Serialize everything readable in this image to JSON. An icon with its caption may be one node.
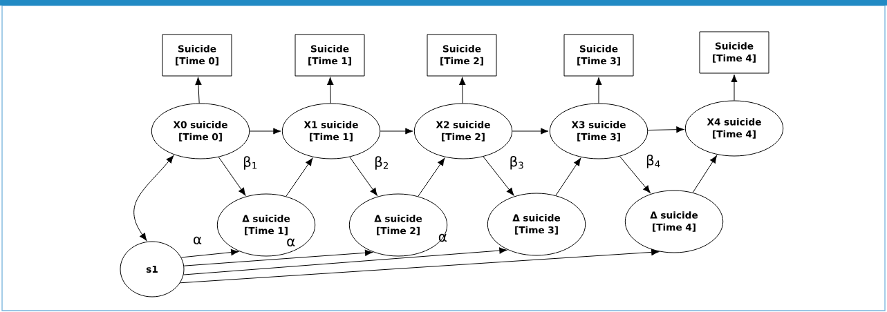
{
  "diagram": {
    "nodes": [
      {
        "text": [
          "Suicide [Time 0]"
        ]
      },
      {
        "text": [
          "Suicide [Time 1]"
        ]
      },
      {
        "text": [
          "Suicide [Time 2]"
        ]
      },
      {
        "text": [
          "Suicide [Time 3]"
        ]
      },
      {
        "text": [
          "Suicide [Time 4]"
        ]
      },
      {
        "text": [
          "X0 suicide [Time 0]"
        ]
      },
      {
        "text": [
          "X1 suicide [Time 1]"
        ]
      },
      {
        "text": [
          "X2 suicide [Time 2]"
        ]
      },
      {
        "text": [
          "X3 suicide [Time 3]"
        ]
      },
      {
        "text": [
          "X4 suicide [Time 4]"
        ]
      },
      {
        "text": [
          "Δ suicide [Time 1]"
        ]
      },
      {
        "text": [
          "Δ suicide [Time 2]"
        ]
      },
      {
        "text": [
          "Δ suicide [Time 3]"
        ]
      },
      {
        "text": [
          "Δ suicide [Time 4]"
        ]
      },
      {
        "text": [
          "s1"
        ]
      }
    ],
    "edges": [
      {
        "from": 5,
        "to": 0,
        "arrow": "to"
      },
      {
        "from": 6,
        "to": 1,
        "arrow": "to"
      },
      {
        "from": 7,
        "to": 2,
        "arrow": "to"
      },
      {
        "from": 8,
        "to": 3,
        "arrow": "to"
      },
      {
        "from": 9,
        "to": 4,
        "arrow": "to"
      },
      {
        "from": 5,
        "to": 6,
        "arrow": "to"
      },
      {
        "from": 6,
        "to": 7,
        "arrow": "to"
      },
      {
        "from": 7,
        "to": 8,
        "arrow": "to"
      },
      {
        "from": 8,
        "to": 9,
        "arrow": "to"
      },
      {
        "from": 5,
        "to": 10,
        "arrow": "to",
        "label": "β$_{1}$"
      },
      {
        "from": 6,
        "to": 11,
        "arrow": "to",
        "label": "β$_{2}$"
      },
      {
        "from": 7,
        "to": 12,
        "arrow": "to",
        "label": "β$_{3}$"
      },
      {
        "from": 8,
        "to": 13,
        "arrow": "to",
        "label": "β$_{4}$"
      },
      {
        "from": 10,
        "to": 6,
        "arrow": "to"
      },
      {
        "from": 11,
        "to": 7,
        "arrow": "to"
      },
      {
        "from": 12,
        "to": 8,
        "arrow": "to"
      },
      {
        "from": 13,
        "to": 9,
        "arrow": "to"
      },
      {
        "from": 14,
        "to": 5,
        "arrow": "both"
      },
      {
        "from": 14,
        "to": 10,
        "arrow": "to",
        "label": "α"
      },
      {
        "from": 14,
        "to": 11,
        "arrow": "to",
        "label": "α"
      },
      {
        "from": 14,
        "to": 12,
        "arrow": "to",
        "label": "α"
      },
      {
        "from": 14,
        "to": 13,
        "arrow": "to"
      }
    ]
  }
}
